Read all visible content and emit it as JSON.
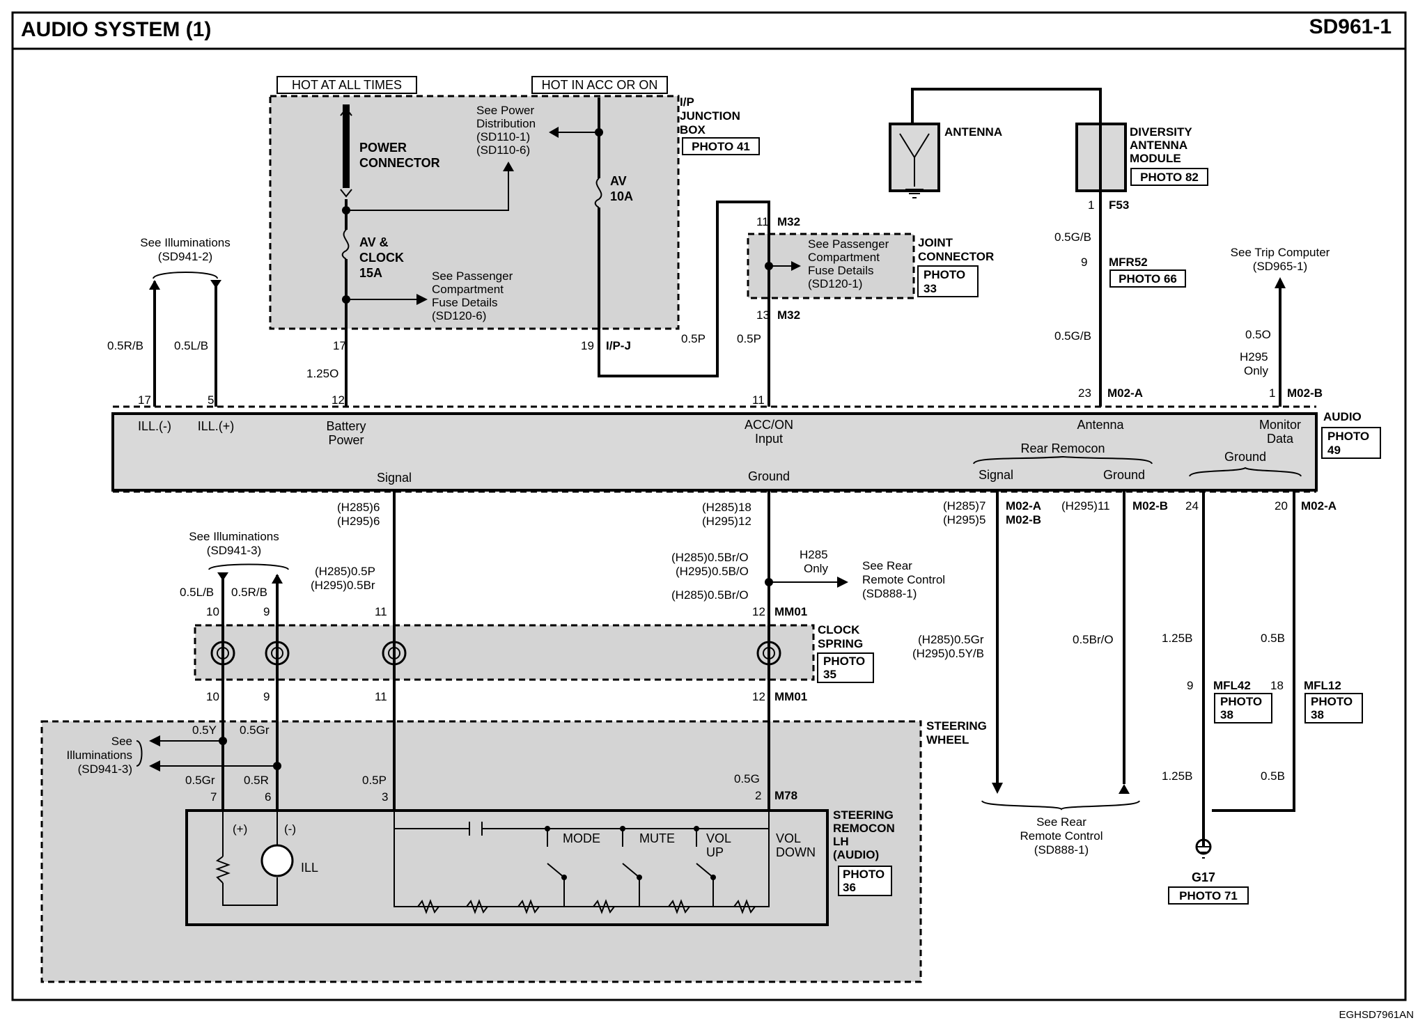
{
  "header": {
    "title": "AUDIO SYSTEM (1)",
    "code": "SD961-1"
  },
  "footer": {
    "code": "EGHSD7961AN"
  },
  "fuse_box": {
    "hot_at_all_times": "HOT AT ALL TIMES",
    "hot_in_acc_or_on": "HOT IN ACC OR ON",
    "junction_box": [
      "I/P",
      "JUNCTION",
      "BOX"
    ],
    "photo": "PHOTO 41",
    "power_connector": [
      "POWER",
      "CONNECTOR"
    ],
    "fuse1": [
      "AV &",
      "CLOCK",
      "15A"
    ],
    "fuse2": [
      "AV",
      "10A"
    ],
    "see_power": [
      "See Power",
      "Distribution",
      "(SD110-1)",
      "(SD110-6)"
    ],
    "see_pass": [
      "See Passenger",
      "Compartment",
      "Fuse Details",
      "(SD120-6)"
    ],
    "pin17": "17",
    "pin19": "19",
    "conn_ipj": "I/P-J"
  },
  "wires": {
    "w_125o": "1.25O",
    "w_05p_a": "0.5P",
    "w_05p_b": "0.5P",
    "w_05rb": "0.5R/B",
    "w_05lb": "0.5L/B",
    "w_05gb_a": "0.5G/B",
    "w_05gb_b": "0.5G/B",
    "w_05o": "0.5O",
    "h295_only": [
      "H295",
      "Only"
    ]
  },
  "illum_top": {
    "label": "See Illuminations",
    "ref": "(SD941-2)"
  },
  "trip": {
    "label": "See Trip Computer",
    "ref": "(SD965-1)"
  },
  "joint": {
    "title": [
      "JOINT",
      "CONNECTOR"
    ],
    "photo": [
      "PHOTO",
      "33"
    ],
    "see": [
      "See Passenger",
      "Compartment",
      "Fuse Details",
      "(SD120-1)"
    ],
    "pin_top": "11",
    "conn_top": "M32",
    "pin_bot": "13",
    "conn_bot": "M32"
  },
  "antenna": {
    "label": "ANTENNA",
    "diversity": [
      "DIVERSITY",
      "ANTENNA",
      "MODULE"
    ],
    "photo": "PHOTO 82",
    "pin1": "1",
    "conn_f53": "F53",
    "pin9": "9",
    "conn_mfr52": "MFR52",
    "photo66": "PHOTO 66"
  },
  "audio": {
    "title": "AUDIO",
    "photo": [
      "PHOTO",
      "49"
    ],
    "pins_top": [
      "17",
      "5",
      "12",
      "11",
      "23",
      "1"
    ],
    "conn_m02a": "M02-A",
    "conn_m02b": "M02-B",
    "ill_minus": "ILL.(-)",
    "ill_plus": "ILL.(+)",
    "battery": [
      "Battery",
      "Power"
    ],
    "accon": [
      "ACC/ON",
      "Input"
    ],
    "antenna": "Antenna",
    "monitor": [
      "Monitor",
      "Data"
    ],
    "rear_remocon": "Rear Remocon",
    "signal": "Signal",
    "ground": "Ground",
    "rr_signal": "Signal",
    "rr_ground": "Ground",
    "ground2": "Ground"
  },
  "lower": {
    "h285_6": "(H285)6",
    "h295_6": "(H295)6",
    "h285_18": "(H285)18",
    "h295_12": "(H295)12",
    "h285_7": "(H285)7",
    "h295_5": "(H295)5",
    "m02a_1": "M02-A",
    "m02b_1": "M02-B",
    "h295_11": "(H295)11",
    "m02b_2": "M02-B",
    "pin24": "24",
    "pin20": "20",
    "m02a_2": "M02-A",
    "illum_mid": {
      "label": "See Illuminations",
      "ref": "(SD941-3)"
    },
    "w_05lb": "0.5L/B",
    "w_05rb": "0.5R/B",
    "h285_05p": "(H285)0.5P",
    "h295_05br": "(H295)0.5Br",
    "h285_05bro": "(H285)0.5Br/O",
    "h295_05bo": "(H295)0.5B/O",
    "h285_only": [
      "H285",
      "Only"
    ],
    "see_rear": [
      "See Rear",
      "Remote Control",
      "(SD888-1)"
    ],
    "h285_05bro_2": "(H285)0.5Br/O",
    "mm01_a": "MM01",
    "mm01_b": "MM01",
    "cs_pins": [
      "10",
      "9",
      "11",
      "12"
    ],
    "cs_pins_bot": [
      "10",
      "9",
      "11",
      "12"
    ],
    "clock_spring": [
      "CLOCK",
      "SPRING"
    ],
    "cs_photo": [
      "PHOTO",
      "35"
    ],
    "h285_05gr": "(H285)0.5Gr",
    "h295_05yb": "(H295)0.5Y/B",
    "w_05bro": "0.5Br/O",
    "w_125b_a": "1.25B",
    "w_05b_a": "0.5B",
    "pin9": "9",
    "mfl42": "MFL42",
    "pin18": "18",
    "mfl12": "MFL12",
    "photo38_a": [
      "PHOTO",
      "38"
    ],
    "photo38_b": [
      "PHOTO",
      "38"
    ],
    "w_125b_b": "1.25B",
    "w_05b_b": "0.5B",
    "g17": "G17",
    "photo71": "PHOTO 71",
    "see_rear_bottom": [
      "See Rear",
      "Remote Control",
      "(SD888-1)"
    ]
  },
  "steering": {
    "title": [
      "STEERING",
      "WHEEL"
    ],
    "see_illum": [
      "See",
      "Illuminations",
      "(SD941-3)"
    ],
    "w_05y": "0.5Y",
    "w_05gr_a": "0.5Gr",
    "w_05gr_b": "0.5Gr",
    "w_05r": "0.5R",
    "w_05p": "0.5P",
    "w_05g": "0.5G",
    "pins": [
      "7",
      "6",
      "3",
      "2"
    ],
    "conn_m78": "M78",
    "remocon": [
      "STEERING",
      "REMOCON",
      "LH",
      "(AUDIO)"
    ],
    "photo": [
      "PHOTO",
      "36"
    ],
    "plus": "(+)",
    "minus": "(-)",
    "ill": "ILL",
    "mode": "MODE",
    "mute": "MUTE",
    "volup": [
      "VOL",
      "UP"
    ],
    "voldown": [
      "VOL",
      "DOWN"
    ]
  }
}
